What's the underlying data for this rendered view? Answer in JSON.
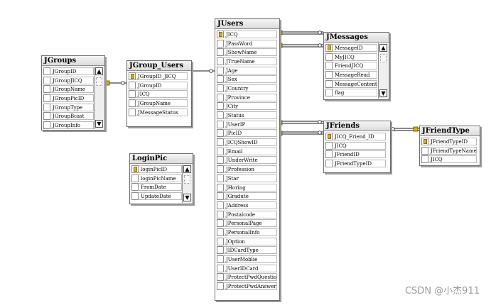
{
  "tables": {
    "jgroups": {
      "title": "JGroups",
      "fields": [
        "JGroupID",
        "JGroupJICQ",
        "JGroupName",
        "JGroupPicID",
        "JGroupType",
        "JGroupBcast",
        "JGroupInfo"
      ]
    },
    "jgroup_users": {
      "title": "JGroup_Users",
      "fields": [
        "JGroupID_JICQ",
        "JGroupID",
        "JICQ",
        "JGroupName",
        "JMessageStatus"
      ]
    },
    "loginpic": {
      "title": "LoginPic",
      "fields": [
        "loginPicID",
        "loginPicName",
        "FromDate",
        "UpdateDate"
      ]
    },
    "jusers": {
      "title": "JUsers",
      "fields": [
        "JICQ",
        "JPassWord",
        "JShowName",
        "JTrueName",
        "JAge",
        "JSex",
        "JCountry",
        "JProvince",
        "JCity",
        "JStatus",
        "JUserIP",
        "JPicID",
        "JICQShowID",
        "JEmail",
        "JUnderWrite",
        "JProfession",
        "JStar",
        "JHoring",
        "JGradute",
        "JAddress",
        "JPostalcode",
        "JPersonalPage",
        "JPersonalInfo",
        "JOption",
        "JIDCardType",
        "JUserMoblie",
        "JUserIDCard",
        "JProtectPwdQuestio",
        "JProtectPwdAnswer"
      ]
    },
    "jmessages": {
      "title": "JMessages",
      "fields": [
        "MessageID",
        "MyJICQ",
        "FriendJICQ",
        "MessageRead",
        "MessageContent",
        "flag"
      ]
    },
    "jfriends": {
      "title": "JFriends",
      "fields": [
        "JICQ_Friend_ID",
        "JICQ",
        "JFriendID",
        "JFriendTypeID"
      ]
    },
    "jfriendtype": {
      "title": "JFriendType",
      "fields": [
        "JFriendTypeID",
        "JFriendTypeName",
        "JICQ"
      ]
    }
  },
  "watermark": "CSDN @小杰911",
  "colors": {
    "key": "#e0b400",
    "border": "#6e6e6e"
  }
}
